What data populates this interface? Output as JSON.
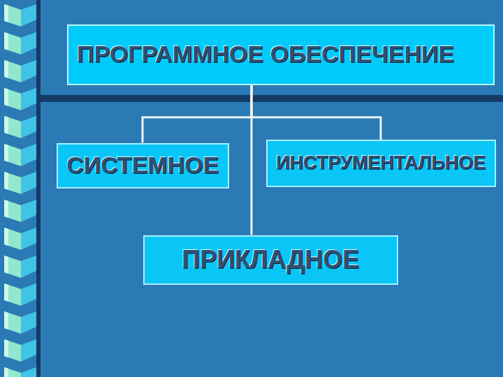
{
  "diagram": {
    "nodes": [
      {
        "text": [
          "ПРОГРАММНОЕ ОБЕСПЕЧЕНИЕ"
        ]
      },
      {
        "text": [
          "СИСТЕМНОЕ"
        ]
      },
      {
        "text": [
          "ИНСТРУМЕНТАЛЬНОЕ"
        ]
      },
      {
        "text": [
          "ПРИКЛАДНОЕ"
        ]
      }
    ],
    "edges": [
      {
        "from": 0,
        "to": 1,
        "arrow": "none"
      },
      {
        "from": 0,
        "to": 2,
        "arrow": "none"
      },
      {
        "from": 0,
        "to": 3,
        "arrow": "none"
      }
    ]
  }
}
